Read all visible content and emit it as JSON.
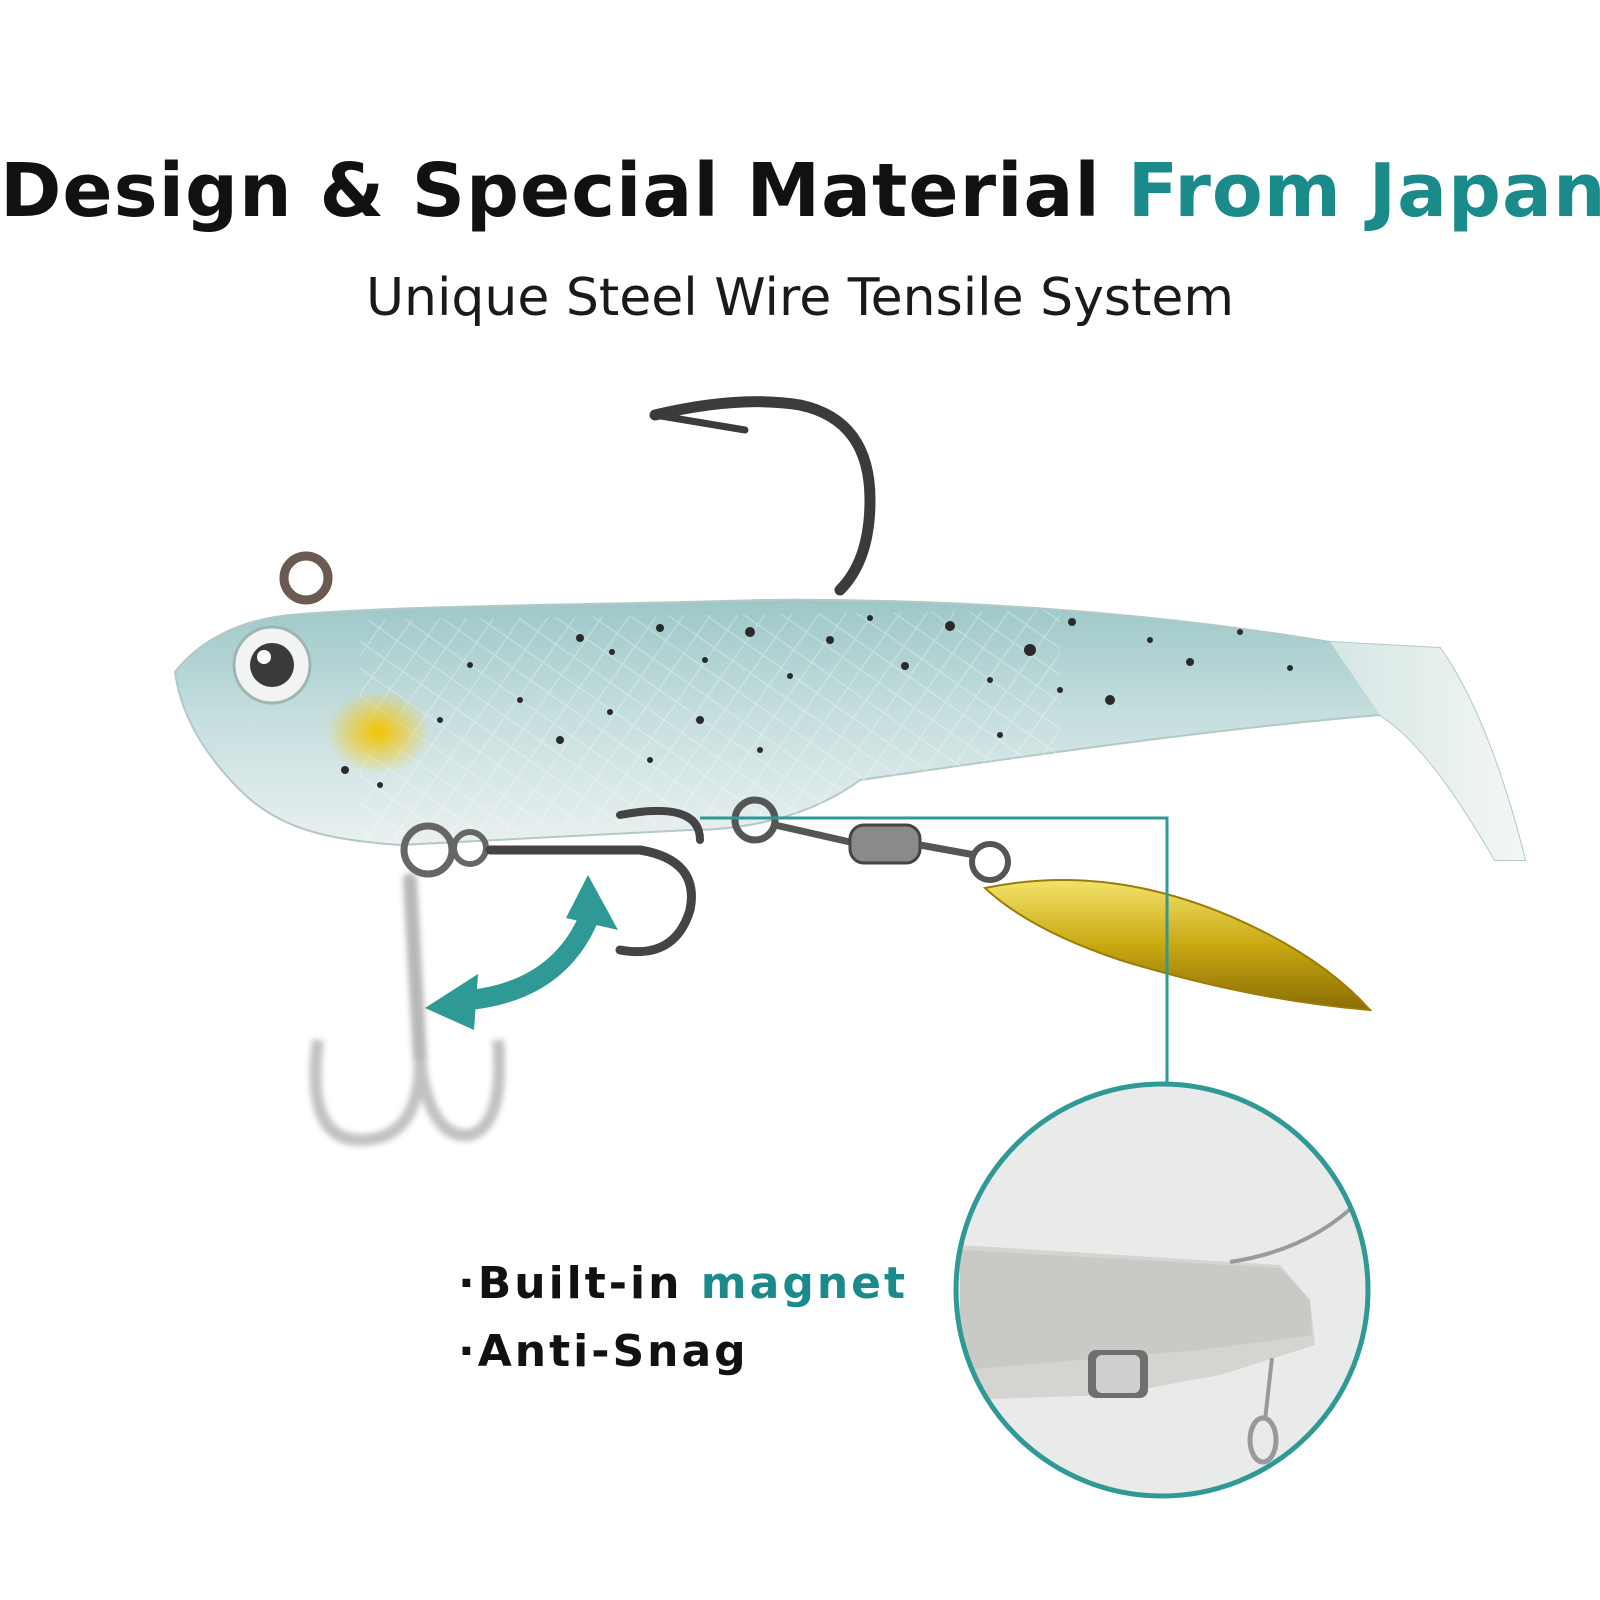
{
  "headline": {
    "main": "Design & Special Material",
    "accent": "From Japan"
  },
  "subtitle": "Unique Steel Wire Tensile System",
  "features": {
    "item1_prefix": "·Built-in",
    "item1_accent": "magnet",
    "item2": "·Anti-Snag"
  },
  "colors": {
    "accent": "#1b8a8a",
    "text": "#111111",
    "lure_body": "#b9d6d6",
    "blade": "#d9c21a"
  },
  "icons": [
    "fishing-lure",
    "jig-hook",
    "treble-hook",
    "swivel",
    "willow-blade",
    "curved-double-arrow",
    "magnet-zoom-circle"
  ]
}
